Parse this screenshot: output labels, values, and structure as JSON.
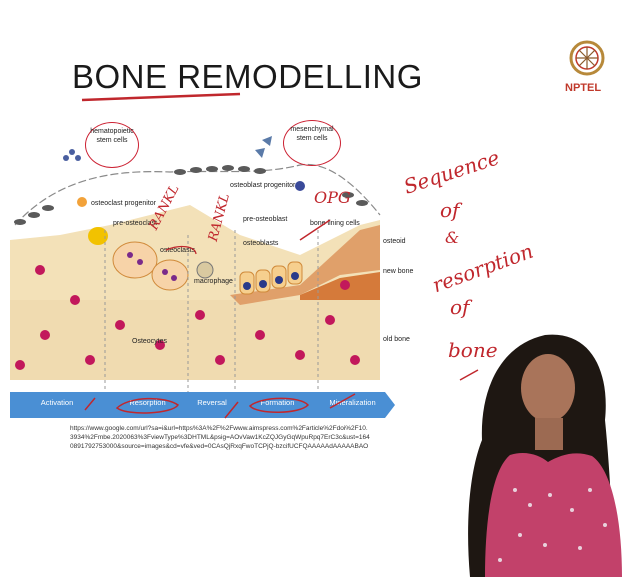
{
  "slide": {
    "title": "BONE REMODELLING",
    "url": "https://www.google.com/url?sa=i&url=https%3A%2F%2Fwww.aimspress.com%2Farticle%2Fdoi%2F10.3934%2Fmbe.2020063%3FviewType%3DHTML&psig=AOvVaw1KcZQJGyGqWpuRpq7ErC3c&ust=1640891792753000&source=images&cd=vfe&ved=0CAsQjRxqFwoTCPjQ-bzcifUCFQAAAAAdAAAAABAO"
  },
  "logo": {
    "text": "NPTEL"
  },
  "diagram": {
    "labels": {
      "hematopoietic": "hematopoietic stem cells",
      "mesenchymal": "mesenchymal stem cells",
      "osteoclast_progenitor": "osteoclast progenitor",
      "osteoblast_progenitor": "osteoblast progenitor",
      "pre_osteoclast": "pre-osteoclast",
      "pre_osteoblast": "pre-osteoblast",
      "bone_lining": "bone lining cells",
      "osteoclasts": "osteoclasts",
      "osteoblasts": "osteoblasts",
      "macrophage": "macrophage",
      "osteoid": "osteoid",
      "new_bone": "new bone",
      "old_bone": "old bone",
      "osteocytes": "Osteocytes"
    },
    "stages": [
      "Activation",
      "Resorption",
      "Reversal",
      "Formation",
      "Mineralization"
    ]
  },
  "handwriting": {
    "rankl_1": "RANKL",
    "rankl_2": "RANKL",
    "opg": "OPG",
    "notes": [
      "Sequence",
      "of",
      "&",
      "resorption",
      "of",
      "bone"
    ]
  },
  "colors": {
    "ink": "#c0272d",
    "bone": "#f3e1b8",
    "stage_bar": "#4a8fd4",
    "osteocyte": "#c2185b"
  }
}
